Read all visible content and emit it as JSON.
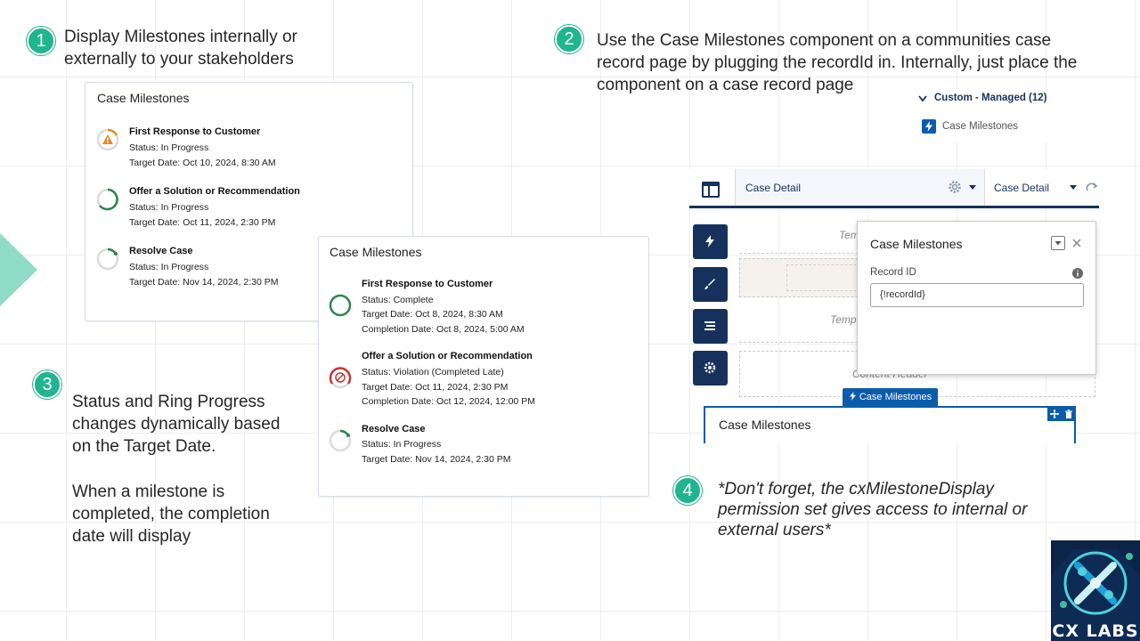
{
  "steps": [
    {
      "num": "1",
      "text_line1": "Display Milestones internally or",
      "text_line2": "externally to your stakeholders"
    },
    {
      "num": "2",
      "text_line1": "Use the Case Milestones component on a communities case",
      "text_line2": "record page by plugging the recordId in. Internally, just place the",
      "text_line3": "component on a case record page"
    },
    {
      "num": "3",
      "para1_line1": "Status and Ring Progress",
      "para1_line2": "changes dynamically based",
      "para1_line3": "on the Target Date.",
      "para2_line1": "When a milestone is",
      "para2_line2": "completed, the completion",
      "para2_line3": "date will display"
    },
    {
      "num": "4",
      "text_line1": "*Don't forget, the cxMilestoneDisplay",
      "text_line2": "permission set gives access to internal or",
      "text_line3": "external users*"
    }
  ],
  "card1": {
    "title": "Case Milestones",
    "milestones": [
      {
        "name": "First Response to Customer",
        "status": "Status: In Progress",
        "target": "Target Date: Oct 10, 2024, 8:30 AM"
      },
      {
        "name": "Offer a Solution or Recommendation",
        "status": "Status: In Progress",
        "target": "Target Date: Oct 11, 2024, 2:30 PM"
      },
      {
        "name": "Resolve Case",
        "status": "Status: In Progress",
        "target": "Target Date: Nov 14, 2024, 2:30 PM"
      }
    ]
  },
  "card2": {
    "title": "Case Milestones",
    "milestones": [
      {
        "name": "First Response to Customer",
        "status": "Status: Complete",
        "target": "Target Date: Oct 8, 2024, 8:30 AM",
        "completion": "Completion Date: Oct 8, 2024, 5:00 AM"
      },
      {
        "name": "Offer a Solution or Recommendation",
        "status": "Status: Violation (Completed Late)",
        "target": "Target Date: Oct 11, 2024, 2:30 PM",
        "completion": "Completion Date: Oct 12, 2024, 12:00 PM"
      },
      {
        "name": "Resolve Case",
        "status": "Status: In Progress",
        "target": "Target Date: Nov 14, 2024, 2:30 PM"
      }
    ]
  },
  "palette": {
    "section_label": "Custom - Managed (12)",
    "component": "Case Milestones"
  },
  "builder": {
    "page_label": "Case Detail",
    "page_select": "Case Detail",
    "rows": [
      "Tem",
      "Temp",
      "Content Header"
    ],
    "popover_title": "Case Milestones",
    "record_id_label": "Record ID",
    "record_id_value": "{!recordId}",
    "component_tab": "Case Milestones",
    "component_title": "Case Milestones"
  },
  "logo": {
    "text": "CX LABS"
  },
  "colors": {
    "accent": "#1fb58f",
    "navy": "#16325c",
    "sf_blue": "#0b5cab",
    "warning": "#e8871e",
    "progress": "#2e844a",
    "violation": "#c23934"
  }
}
